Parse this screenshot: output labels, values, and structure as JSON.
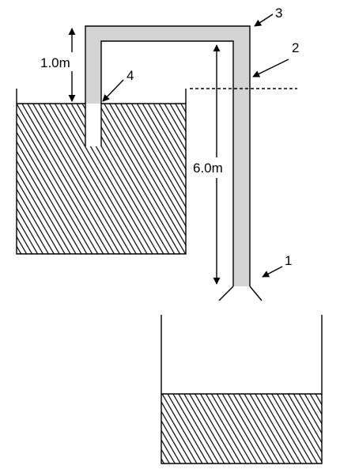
{
  "labels": {
    "dim_short": "1.0m",
    "dim_long": "6.0m",
    "point_1": "1",
    "point_2": "2",
    "point_3": "3",
    "point_4": "4"
  },
  "colors": {
    "pipe_fill": "#d4d4d4",
    "line": "#000000",
    "background": "#ffffff"
  }
}
